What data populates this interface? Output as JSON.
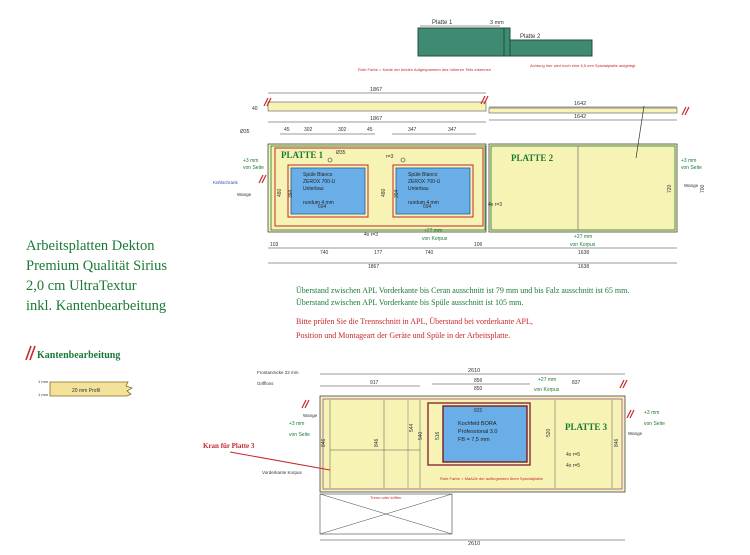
{
  "legend_top": {
    "platte1": "Platte 1",
    "thickness": "3 mm",
    "platte2": "Platte 2",
    "note_red": "Rote Farbe = Kante der beiden Aufgespannten des höheren Teils erkennen",
    "note_red2": "Achtung hier wird noch eine 6,5 mm Spezialplatte aufgelegt"
  },
  "title_block": {
    "line1": "Arbeitsplatten Dekton",
    "line2": "Premium Qualität Sirius",
    "line3": "2,0 cm UltraTextur",
    "line4": "inkl. Kantenbearbeitung",
    "kanten_label": "Kantenbearbeitung",
    "profile_label": "20 mm Profil",
    "profile_dim_top": "1 mm",
    "profile_dim_bottom": "1 mm"
  },
  "plan1": {
    "dim_1867_a": "1867",
    "dim_1642_a": "1642",
    "dim_1867_b": "1867",
    "dim_1642_b": "1642",
    "dim_45_a": "45",
    "dim_302_a": "302",
    "dim_302_b": "302",
    "dim_45_b": "45",
    "dim_347_a": "347",
    "dim_347_b": "347",
    "dim_40": "40",
    "dia_35_a": "Ø35",
    "dia_35_b": "Ø35",
    "r3": "r=3",
    "platte1": "PLATTE 1",
    "platte2": "PLATTE 2",
    "plus3_left": "+3 mm",
    "von_seite_left": "von Seite",
    "kb_label": "Kühlschrank",
    "sink1_a": "Spüle Blanco",
    "sink1_b": "ZEROX 700-U",
    "sink1_c": "Unterbau",
    "sink1_d": "rundum 4 mm",
    "sink2_a": "Spüle Blanco",
    "sink2_b": "ZEROX 700-U",
    "sink2_c": "Unterbau",
    "sink2_d": "rundum 4 mm",
    "dim_394_a": "394",
    "dim_480": "480",
    "dim_394_b": "394",
    "dim_480_b": "480",
    "dim_694_a": "694",
    "dim_694_b": "694",
    "dim_720": "720",
    "dim_700": "700",
    "plus3_right": "+3 mm",
    "von_seite_right": "von Seite",
    "wange": "Wange",
    "r3_a": "4x r=3",
    "r3_b": "4x r=3",
    "korp1_a": "+27 mm",
    "korp1_b": "von Korpus",
    "korp2_a": "+27 mm",
    "korp2_b": "von Korpus",
    "dim_103": "103",
    "dim_740_a": "740",
    "dim_177": "177",
    "dim_740_b": "740",
    "dim_106": "106",
    "dim_1638_a": "1638",
    "dim_1867_c": "1867",
    "dim_1638_b": "1638"
  },
  "notes": {
    "n1": "Überstand zwischen APL Vorderkante bis Ceran ausschnitt ist 79 mm und bis Falz ausschnitt ist 65 mm.",
    "n2": "Überstand zwischen APL Vorderkante bis Spüle ausschnitt ist 105 mm.",
    "n3": "Bitte prüfen Sie die Trennschnitt in APL, Überstand bei vorderkante APL,",
    "n4": "Position und Montageart der Geräte und Spüle in der Arbeitsplatte."
  },
  "plan2": {
    "dim_2610_top": "2610",
    "dim_917": "917",
    "dim_856": "856",
    "dim_850": "850",
    "dim_837": "837",
    "dim_825": "825",
    "plus27_a": "+27 mm",
    "von_korpus_a": "von Korpus",
    "front_note": "Frontanrücke 22 mm",
    "griffloss": "Griffloss",
    "wange_l": "Wange",
    "plus3_l": "+3 mm",
    "von_seite_l": "von Seite",
    "wange_r": "Wange",
    "plus3_r": "+3 mm",
    "von_seite_r": "von Seite",
    "dim_846_l": "846",
    "dim_846_r": "846",
    "dim_846_m": "846",
    "dim_544": "544",
    "dim_540": "540",
    "dim_516": "516",
    "dim_520": "520",
    "cooktop_a": "Kochfeld BORA",
    "cooktop_b": "Professional 3.0",
    "cooktop_c": "FB = 7,5 mm",
    "platte3": "PLATTE 3",
    "r5_a": "4x r=5",
    "r5_b": "4x r=5",
    "kran": "Kran für Platte 3",
    "vorderkante": "Vorderkante Korpus",
    "red_note": "Rote Farbe = MaAÜe der aufliegenden 6mm Spezialplatte",
    "trenn": "Trenn oder köffen",
    "dim_2610_bot": "2610"
  }
}
